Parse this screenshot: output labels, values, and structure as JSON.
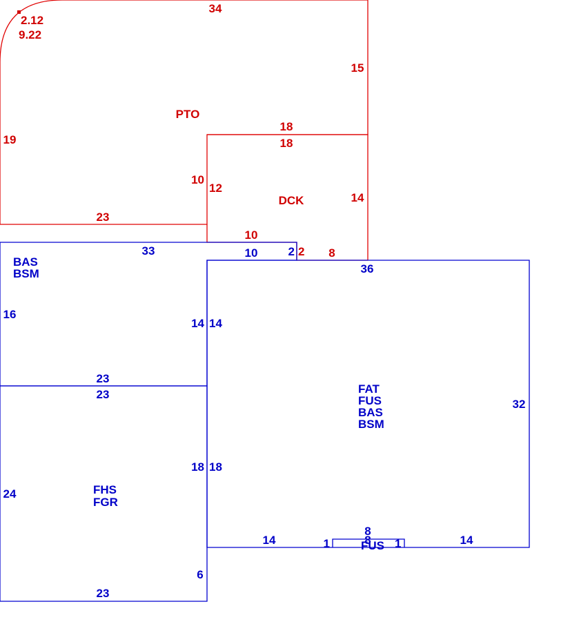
{
  "colors": {
    "exterior": "#d00000",
    "structure": "#0000c8"
  },
  "areas": {
    "pto": {
      "code": "PTO"
    },
    "dck": {
      "code": "DCK"
    },
    "bas_upper": {
      "codes": [
        "BAS",
        "BSM"
      ]
    },
    "main": {
      "codes": [
        "FAT",
        "FUS",
        "BAS",
        "BSM"
      ]
    },
    "garage": {
      "codes": [
        "FHS",
        "FGR"
      ]
    },
    "bay": {
      "code": "FUS"
    }
  },
  "dimensions": {
    "pto_curve_a": "2.12",
    "pto_curve_b": "9.22",
    "pto_top": "34",
    "pto_right": "15",
    "pto_left": "19",
    "pto_bottom": "23",
    "pto_step": "10",
    "pto_inner_top": "18",
    "dck_top": "18",
    "dck_left": "12",
    "dck_right": "14",
    "dck_bottom": "10",
    "dck_notch": "2",
    "dck_bottom_right": "8",
    "bas_top": "33",
    "bas_top_seg": "10",
    "bas_notch": "2",
    "bas_left": "16",
    "bas_right": "14",
    "bas_bottom": "23",
    "main_top": "36",
    "main_left_upper": "14",
    "main_right": "32",
    "main_left_lower": "18",
    "main_bottom_left": "14",
    "main_bottom_right": "14",
    "bay_top": "8",
    "bay_inner": "8",
    "bay_left": "1",
    "bay_right": "1",
    "gar_top": "23",
    "gar_left": "24",
    "gar_right": "18",
    "gar_right_low": "6",
    "gar_bottom": "23"
  }
}
